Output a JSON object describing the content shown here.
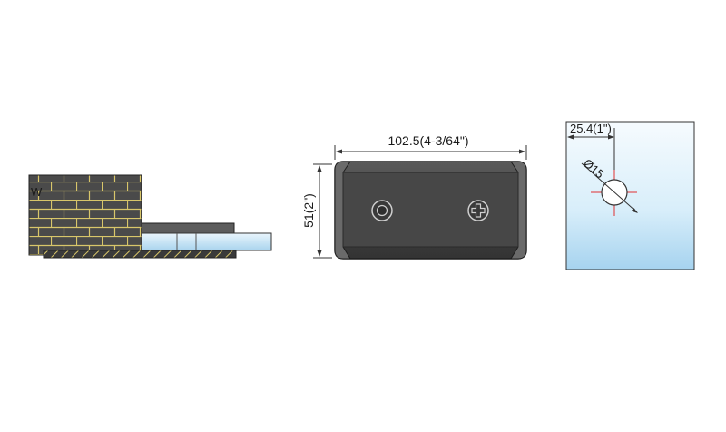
{
  "side_view": {
    "wall_marker": "W"
  },
  "front_view": {
    "width_dimension": "102.5(4-3/64\")",
    "height_dimension": "51(2\")"
  },
  "glass_detail": {
    "edge_offset_dimension": "25.4(1\")",
    "hole_diameter_label": "Ø15"
  },
  "colors": {
    "wall_fill": "#4a4a4a",
    "brick_mortar": "#d8c66a",
    "hinge_body": "#404040",
    "glass_blue": "#bfe0f2",
    "crosshair_red": "#e03030"
  }
}
